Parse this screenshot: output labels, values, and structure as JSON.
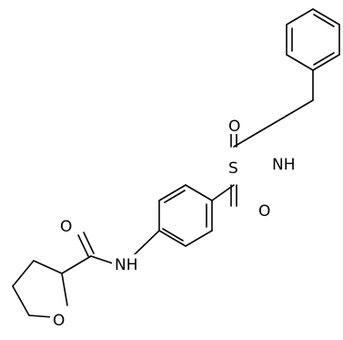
{
  "molecule": {
    "atoms": {
      "nh_sulfonamide": "NH",
      "sulfur": "S",
      "oxygen_sulfonyl_top": "O",
      "oxygen_sulfonyl_bottom": "O",
      "nh_amide": "NH",
      "oxygen_carbonyl": "O",
      "oxygen_ring": "O"
    }
  }
}
